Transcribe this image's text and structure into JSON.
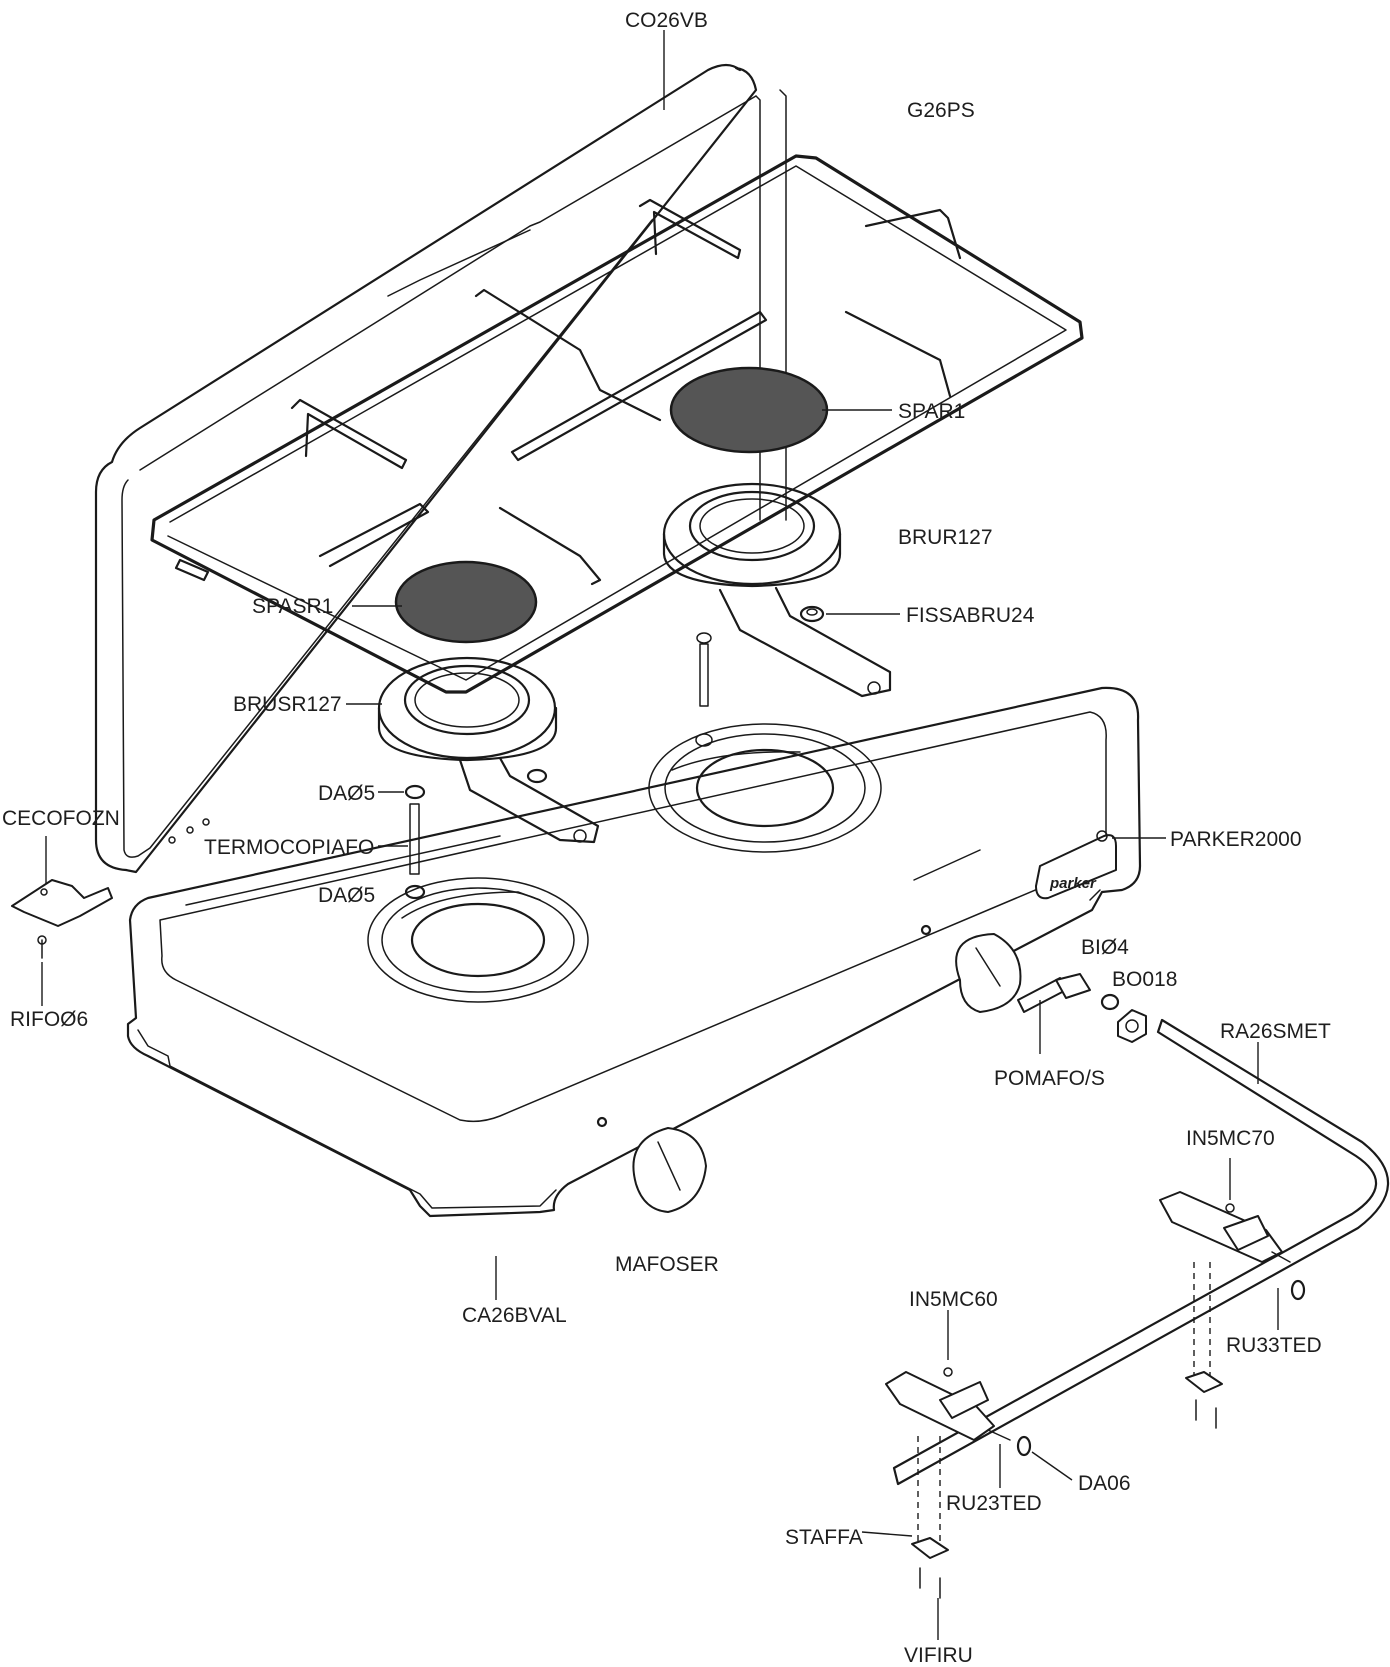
{
  "diagram": {
    "labels": {
      "co26vb": "CO26VB",
      "g26ps": "G26PS",
      "spar1": "SPAR1",
      "brur127": "BRUR127",
      "spasr1": "SPASR1",
      "fissabru24": "FISSABRU24",
      "brusr127": "BRUSR127",
      "dao5_top": "DAØ5",
      "cecofozn": "CECOFOZN",
      "termocopiafo": "TERMOCOPIAFO",
      "dao5_bottom": "DAØ5",
      "parker2000": "PARKER2000",
      "bio4": "BIØ4",
      "bo018": "BO018",
      "rifo6": "RIFOØ6",
      "ra26smet": "RA26SMET",
      "pomafos": "POMAFO/S",
      "in5mc70": "IN5MC70",
      "mafoser": "MAFOSER",
      "ca26bval": "CA26BVAL",
      "in5mc60": "IN5MC60",
      "ru33ted": "RU33TED",
      "da06": "DA06",
      "ru23ted": "RU23TED",
      "staffa": "STAFFA",
      "vifiru": "VIFIRU"
    },
    "brand_logo": "parker",
    "colors": {
      "line": "#1a1a1a",
      "spreader_fill": "#555555",
      "background": "#ffffff"
    }
  }
}
